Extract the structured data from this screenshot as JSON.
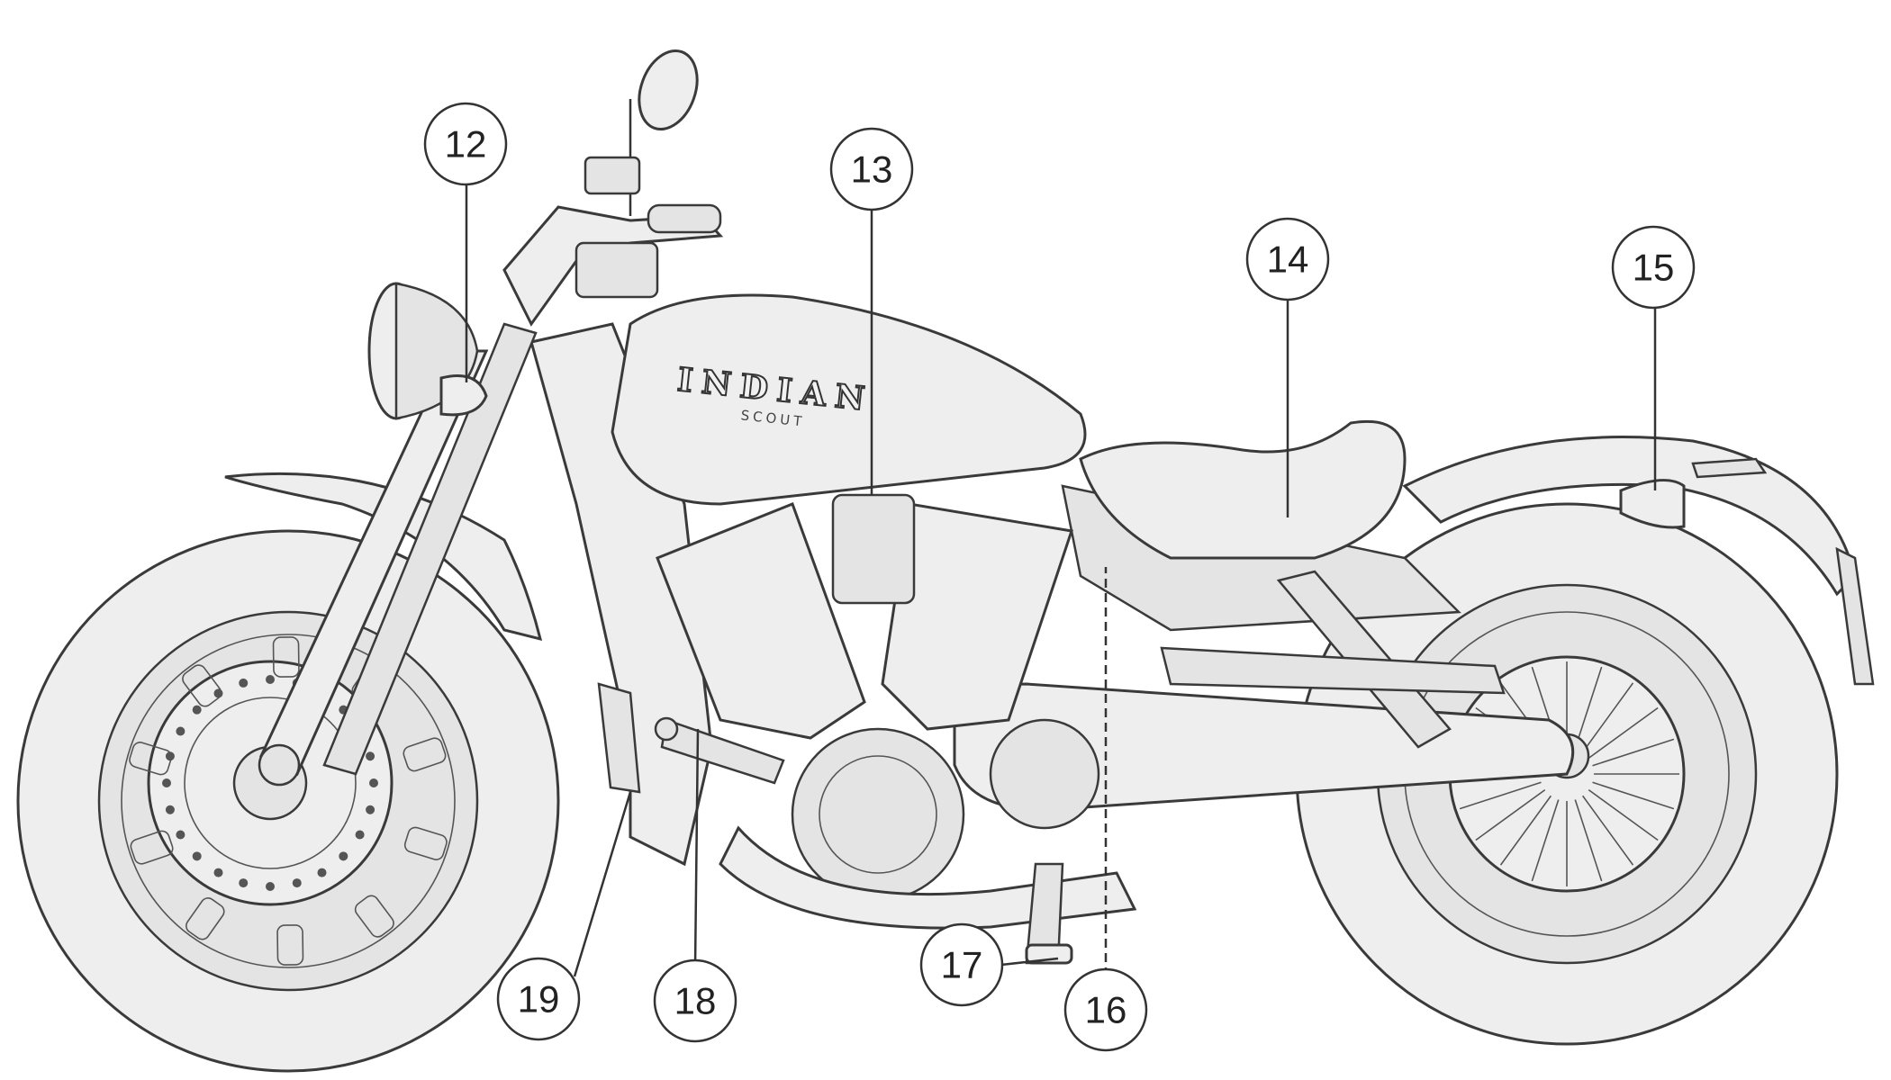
{
  "figure": {
    "emblem_main": "INDIAN",
    "emblem_sub": "SCOUT",
    "callouts": [
      {
        "id": "callout-12",
        "number": "12"
      },
      {
        "id": "callout-13",
        "number": "13"
      },
      {
        "id": "callout-14",
        "number": "14"
      },
      {
        "id": "callout-15",
        "number": "15"
      },
      {
        "id": "callout-16",
        "number": "16"
      },
      {
        "id": "callout-17",
        "number": "17"
      },
      {
        "id": "callout-18",
        "number": "18"
      },
      {
        "id": "callout-19",
        "number": "19"
      }
    ]
  },
  "colors": {
    "line": "#333333",
    "fill_light": "#eeeeee",
    "fill_mid": "#e4e4e4",
    "background": "#ffffff"
  }
}
